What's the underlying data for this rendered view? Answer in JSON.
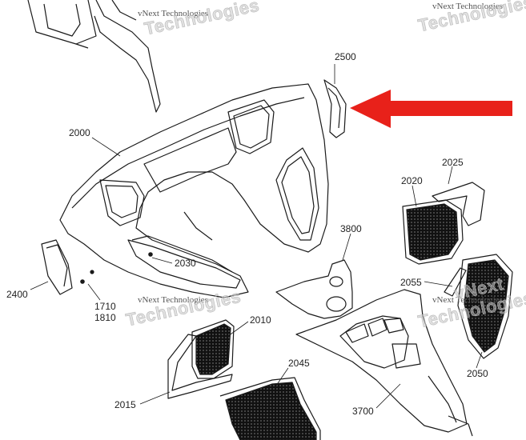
{
  "watermark": {
    "text": "vNext Technologies",
    "big_line1": "vNext",
    "big_line2": "Technologies"
  },
  "callouts": {
    "c2500": "2500",
    "c2000": "2000",
    "c2025": "2025",
    "c2020": "2020",
    "c3800": "3800",
    "c2030": "2030",
    "c2400": "2400",
    "c1710": "1710",
    "c1810": "1810",
    "c2055": "2055",
    "c2010": "2010",
    "c2045": "2045",
    "c2015": "2015",
    "c3700": "3700",
    "c2050": "2050"
  },
  "colors": {
    "line": "#1a1a1a",
    "arrow": "#e8211a",
    "mesh": "#1e1e1e"
  }
}
